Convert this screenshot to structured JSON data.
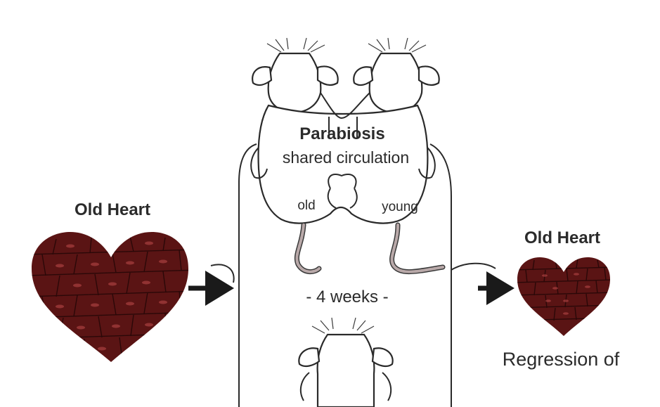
{
  "labels": {
    "left_heart": "Old Heart",
    "right_heart": "Old Heart",
    "procedure_title": "Parabiosis",
    "procedure_subtitle": "shared circulation",
    "mouse_left": "old",
    "mouse_right": "young",
    "duration": "- 4 weeks -",
    "outcome": "Regression of"
  },
  "colors": {
    "heart": "#5a1414",
    "heart_cell_lines": "#2a0808",
    "arrow": "#1a1a1a",
    "outline": "#2a2a2a",
    "tail_fill": "#b9a9a9",
    "text": "#2b2b2b"
  },
  "icons": {
    "heart_left": "heart-tissue-icon",
    "heart_right": "heart-tissue-icon",
    "mouse": "mouse-icon",
    "arrow": "arrow-right-icon"
  }
}
